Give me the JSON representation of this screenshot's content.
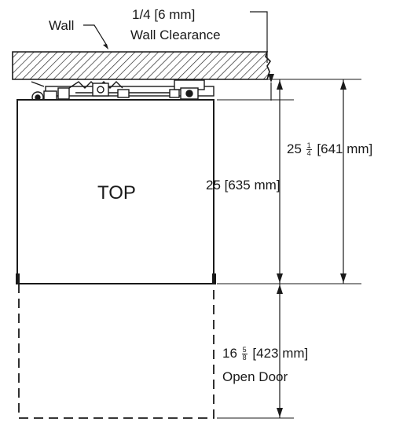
{
  "labels": {
    "wall": "Wall",
    "top": "TOP",
    "clearance_value": "1/4 [6 mm]",
    "clearance_caption": "Wall Clearance",
    "overall_depth_whole": "25",
    "overall_depth_num": "1",
    "overall_depth_den": "4",
    "overall_depth_metric": "[641 mm]",
    "cabinet_depth": "25 [635 mm]",
    "door_whole": "16",
    "door_num": "5",
    "door_den": "8",
    "door_metric": "[423 mm]",
    "door_caption": "Open Door"
  }
}
